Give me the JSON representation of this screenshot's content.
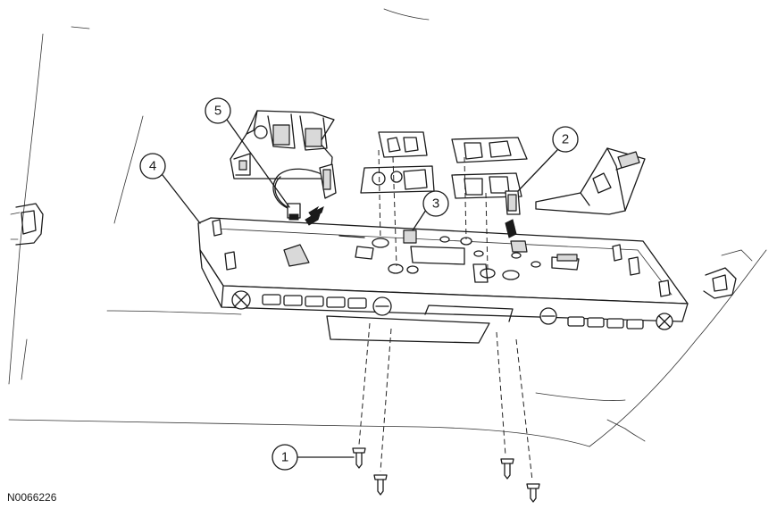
{
  "figure_id": "N0066226",
  "callouts": [
    {
      "number": "1"
    },
    {
      "number": "2"
    },
    {
      "number": "3"
    },
    {
      "number": "4"
    },
    {
      "number": "5"
    }
  ]
}
